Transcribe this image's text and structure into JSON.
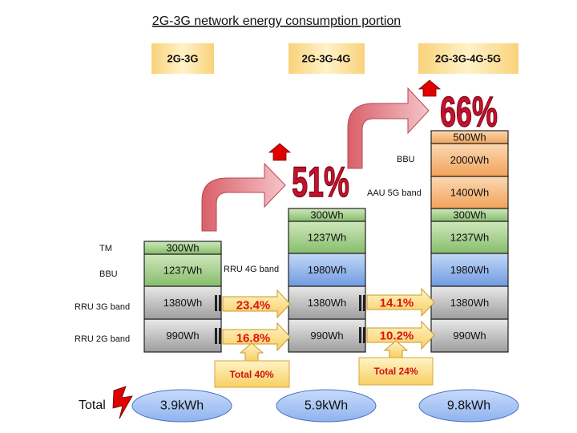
{
  "title": "2G-3G network energy consumption portion",
  "headers": [
    "2G-3G",
    "2G-3G-4G",
    "2G-3G-4G-5G"
  ],
  "side_labels": {
    "tm": "TM",
    "bbu": "BBU",
    "rru_3g": "RRU 3G band",
    "rru_2g": "RRU 2G band",
    "rru_4g": "RRU 4G band",
    "bbu_5g": "BBU",
    "aau_5g": "AAU 5G band"
  },
  "columns": [
    {
      "segments": [
        {
          "label": "990Wh",
          "value": 990,
          "kind": "gray"
        },
        {
          "label": "1380Wh",
          "value": 1380,
          "kind": "gray"
        },
        {
          "label": "1237Wh",
          "value": 1237,
          "kind": "green"
        },
        {
          "label": "300Wh",
          "value": 300,
          "kind": "green"
        }
      ]
    },
    {
      "segments": [
        {
          "label": "990Wh",
          "value": 990,
          "kind": "gray"
        },
        {
          "label": "1380Wh",
          "value": 1380,
          "kind": "gray"
        },
        {
          "label": "1980Wh",
          "value": 1980,
          "kind": "blue"
        },
        {
          "label": "1237Wh",
          "value": 1237,
          "kind": "green"
        },
        {
          "label": "300Wh",
          "value": 300,
          "kind": "green"
        }
      ]
    },
    {
      "segments": [
        {
          "label": "990Wh",
          "value": 990,
          "kind": "gray"
        },
        {
          "label": "1380Wh",
          "value": 1380,
          "kind": "gray"
        },
        {
          "label": "1980Wh",
          "value": 1980,
          "kind": "blue"
        },
        {
          "label": "1237Wh",
          "value": 1237,
          "kind": "green"
        },
        {
          "label": "300Wh",
          "value": 300,
          "kind": "green"
        },
        {
          "label": "1400Wh",
          "value": 1400,
          "kind": "orange"
        },
        {
          "label": "2000Wh",
          "value": 2000,
          "kind": "orange"
        },
        {
          "label": "500Wh",
          "value": 500,
          "kind": "orange"
        }
      ]
    }
  ],
  "arrows_small": [
    {
      "label": "23.4%"
    },
    {
      "label": "16.8%"
    },
    {
      "label": "14.1%"
    },
    {
      "label": "10.2%"
    }
  ],
  "growth": [
    {
      "label": "51%"
    },
    {
      "label": "66%"
    }
  ],
  "total_boxes": [
    "Total 40%",
    "Total 24%"
  ],
  "total_label": "Total",
  "totals": [
    "3.9kWh",
    "5.9kWh",
    "9.8kWh"
  ],
  "colors": {
    "gray": "#c8c8c8",
    "green": "#a9d18e",
    "blue": "#8fb3ea",
    "orange": "#f6b26b",
    "header": "#fbd66d",
    "ellipse": "#a4c2f4",
    "arrow_red": "#e06666",
    "up_arrow": "#e00000"
  }
}
